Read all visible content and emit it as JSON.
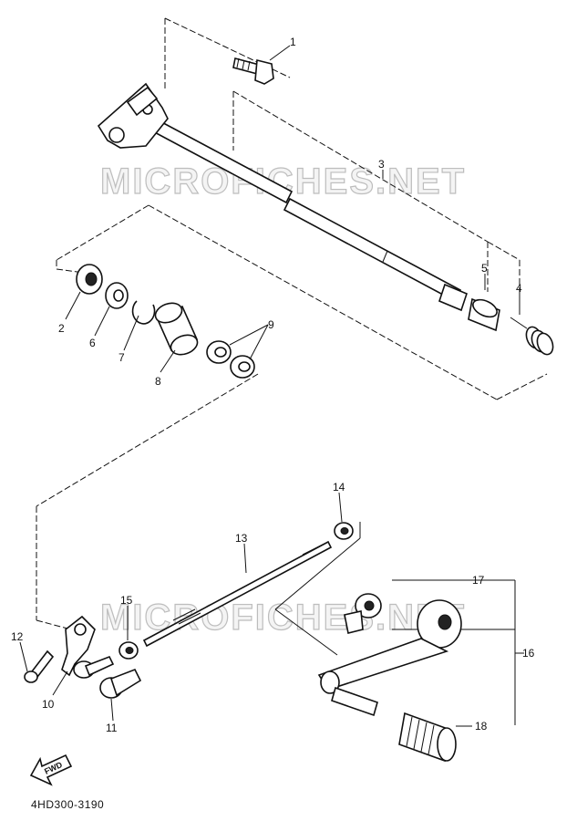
{
  "watermark": "MICROFICHES.NET",
  "diagram_code": "4HD300-3190",
  "fwd_label": "FWD",
  "callouts": {
    "c1": "1",
    "c2": "2",
    "c3": "3",
    "c4": "4",
    "c5": "5",
    "c6": "6",
    "c7": "7",
    "c8": "8",
    "c9": "9",
    "c10": "10",
    "c11": "11",
    "c12": "12",
    "c13": "13",
    "c14": "14",
    "c15": "15",
    "c16": "16",
    "c17": "17",
    "c18": "18"
  }
}
